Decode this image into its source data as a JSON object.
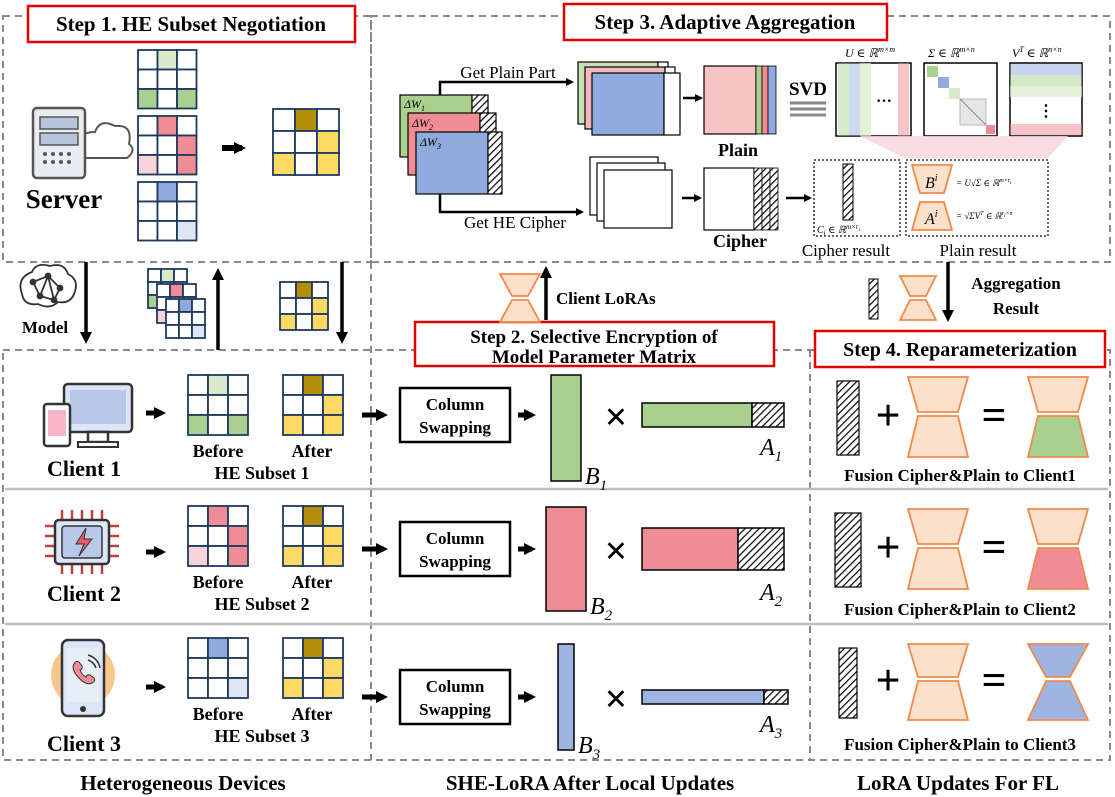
{
  "steps": {
    "step1": "Step 1. HE Subset Negotiation",
    "step2_line1": "Step 2. Selective Encryption of",
    "step2_line2": "Model Parameter Matrix",
    "step3": "Step 3. Adaptive Aggregation",
    "step4": "Step 4. Reparameterization"
  },
  "server": {
    "label": "Server"
  },
  "aggregation": {
    "get_plain": "Get Plain Part",
    "get_cipher": "Get HE Cipher",
    "dw1": "ΔW",
    "dw1_sub": "1",
    "dw2": "ΔW",
    "dw2_sub": "2",
    "dw3": "ΔW",
    "dw3_sub": "3",
    "plain_label": "Plain",
    "cipher_label": "Cipher",
    "svd": "SVD",
    "u_label": "U ∈ ℝ",
    "u_sup": "m×m",
    "sigma_label": "Σ ∈ ℝ",
    "sigma_sup": "m×n",
    "vt_label": "V",
    "vt_sup1": "T",
    "vt_mid": " ∈ ℝ",
    "vt_sup2": "n×n",
    "dots_h": "···",
    "dots_v": "⋮",
    "ci_label": "C",
    "ci_sub": "i",
    "ci_rest": " ∈ ℝ",
    "ci_sup": "m×r",
    "ci_sup_sub": "i",
    "cipher_result": "Cipher result",
    "plain_result": "Plain result",
    "bi_text": "B",
    "bi_sup": "i",
    "bi_eq": "= U√Σ ∈ ℝ",
    "bi_eq_sup": "m×r",
    "bi_eq_sup_sub": "i",
    "ai_text": "A",
    "ai_sup": "i",
    "ai_eq": "= √ΣV",
    "ai_eq_t": "T",
    "ai_eq_rest": " ∈ ℝ",
    "ai_eq_sup": "r",
    "ai_eq_sup_sub": "i",
    "ai_eq_sup_end": "×n"
  },
  "middle_band": {
    "model": "Model",
    "client_loras": "Client LoRAs",
    "aggregation_line1": "Aggregation",
    "aggregation_line2": "Result"
  },
  "clients": [
    {
      "name": "Client 1",
      "before": "Before",
      "after": "After",
      "subset": "HE Subset 1",
      "swap_line1": "Column",
      "swap_line2": "Swapping",
      "b_label": "B",
      "b_sub": "1",
      "a_label": "A",
      "a_sub": "1",
      "times": "×",
      "plus": "+",
      "equals": "=",
      "fusion": "Fusion Cipher&Plain to Client1",
      "color": "#a9d08e"
    },
    {
      "name": "Client 2",
      "before": "Before",
      "after": "After",
      "subset": "HE Subset 2",
      "swap_line1": "Column",
      "swap_line2": "Swapping",
      "b_label": "B",
      "b_sub": "2",
      "a_label": "A",
      "a_sub": "2",
      "times": "×",
      "plus": "+",
      "equals": "=",
      "fusion": "Fusion Cipher&Plain to Client2",
      "color": "#f08c94"
    },
    {
      "name": "Client 3",
      "before": "Before",
      "after": "After",
      "subset": "HE Subset 3",
      "swap_line1": "Column",
      "swap_line2": "Swapping",
      "b_label": "B",
      "b_sub": "3",
      "a_label": "A",
      "a_sub": "3",
      "times": "×",
      "plus": "+",
      "equals": "=",
      "fusion": "Fusion Cipher&Plain to Client3",
      "color": "#9fb4e3"
    }
  ],
  "footer": {
    "col1": "Heterogeneous Devices",
    "col2": "SHE-LoRA After Local Updates",
    "col3": "LoRA Updates For FL"
  },
  "colors": {
    "green": "#a9d08e",
    "pink": "#f08c94",
    "lightpink": "#f9d3d8",
    "lightgreen": "#d9eacb",
    "blue": "#8faadc",
    "lightblue": "#dde6f5",
    "gold": "#b38e0a",
    "yellow": "#ffd966",
    "peach": "#fbe0cc",
    "orange": "#f08a4b",
    "red_box": "#e00000"
  }
}
